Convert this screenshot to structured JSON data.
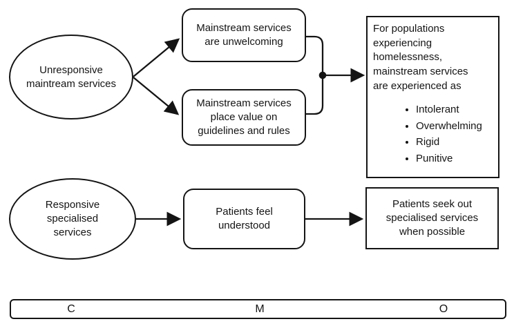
{
  "diagram": {
    "type": "cmo-configuration-flowchart",
    "rows": {
      "unresponsive": {
        "context": "Unresponsive maintream services",
        "mechanisms": [
          "Mainstream services are unwelcoming",
          "Mainstream services place value on guidelines and rules"
        ],
        "outcome": {
          "intro": "For populations experiencing homelessness, mainstream services are experienced as",
          "bullets": [
            "Intolerant",
            "Overwhelming",
            "Rigid",
            "Punitive"
          ]
        }
      },
      "responsive": {
        "context": "Responsive specialised services",
        "mechanism": "Patients feel understood",
        "outcome": "Patients seek out specialised services when possible"
      }
    },
    "legend": {
      "c": "C",
      "m": "M",
      "o": "O"
    },
    "colors": {
      "stroke": "#141414",
      "background": "#ffffff",
      "text": "#141414"
    }
  }
}
